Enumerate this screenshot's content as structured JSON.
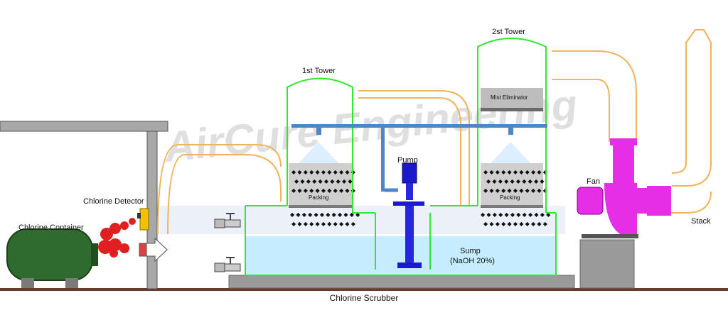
{
  "diagram": {
    "title": "Chlorine Scrubber",
    "labels": {
      "tower1": "1st Tower",
      "tower2": "2st Tower",
      "mist": "Mist Eliminator",
      "packing1": "Packing",
      "packing2": "Packing",
      "pump": "Pump",
      "fan": "Fan",
      "stack": "Stack",
      "detector": "Chlorine Detector",
      "container": "Chlorine Container",
      "sump": "Sump",
      "sump_sub": "(NaOH 20%)"
    },
    "colors": {
      "tower_outline": "#33e633",
      "duct": "#f0b45a",
      "pipe": "#4f86c6",
      "pump": "#1a1acc",
      "fan": "#e62ee6",
      "sump_water": "#c5ecff",
      "container": "#2f6b2f",
      "shelter": "#9a9a9a",
      "ground": "#6b3b2b",
      "packing_bg": "#cfcfcf",
      "gas_cloud": "#e02020"
    },
    "watermark": "AirCure Engineering"
  }
}
